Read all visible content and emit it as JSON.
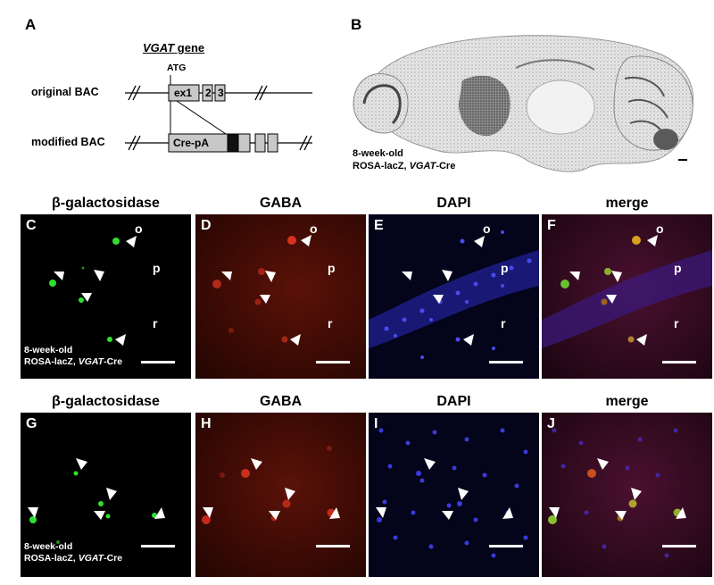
{
  "panels": {
    "A": "A",
    "B": "B",
    "C": "C",
    "D": "D",
    "E": "E",
    "F": "F",
    "G": "G",
    "H": "H",
    "I": "I",
    "J": "J"
  },
  "schematic": {
    "gene_title_italic": "VGAT",
    "gene_title_rest": " gene",
    "atg": "ATG",
    "original_label": "original BAC",
    "modified_label": "modified BAC",
    "exon1": "ex1",
    "exon2": "2",
    "exon3": "3",
    "cre": "Cre-pA"
  },
  "section": {
    "age": "8-week-old",
    "genotype_prefix": "ROSA-lacZ, ",
    "genotype_italic": "VGAT",
    "genotype_suffix": "-Cre"
  },
  "columns": {
    "c1": "β-galactosidase",
    "c2": "GABA",
    "c3": "DAPI",
    "c4": "merge"
  },
  "layers": {
    "o": "o",
    "p": "p",
    "r": "r"
  },
  "colors": {
    "green": "#2ee02e",
    "red": "#c42a1c",
    "blue": "#3b3bd8",
    "background": "#000000"
  }
}
